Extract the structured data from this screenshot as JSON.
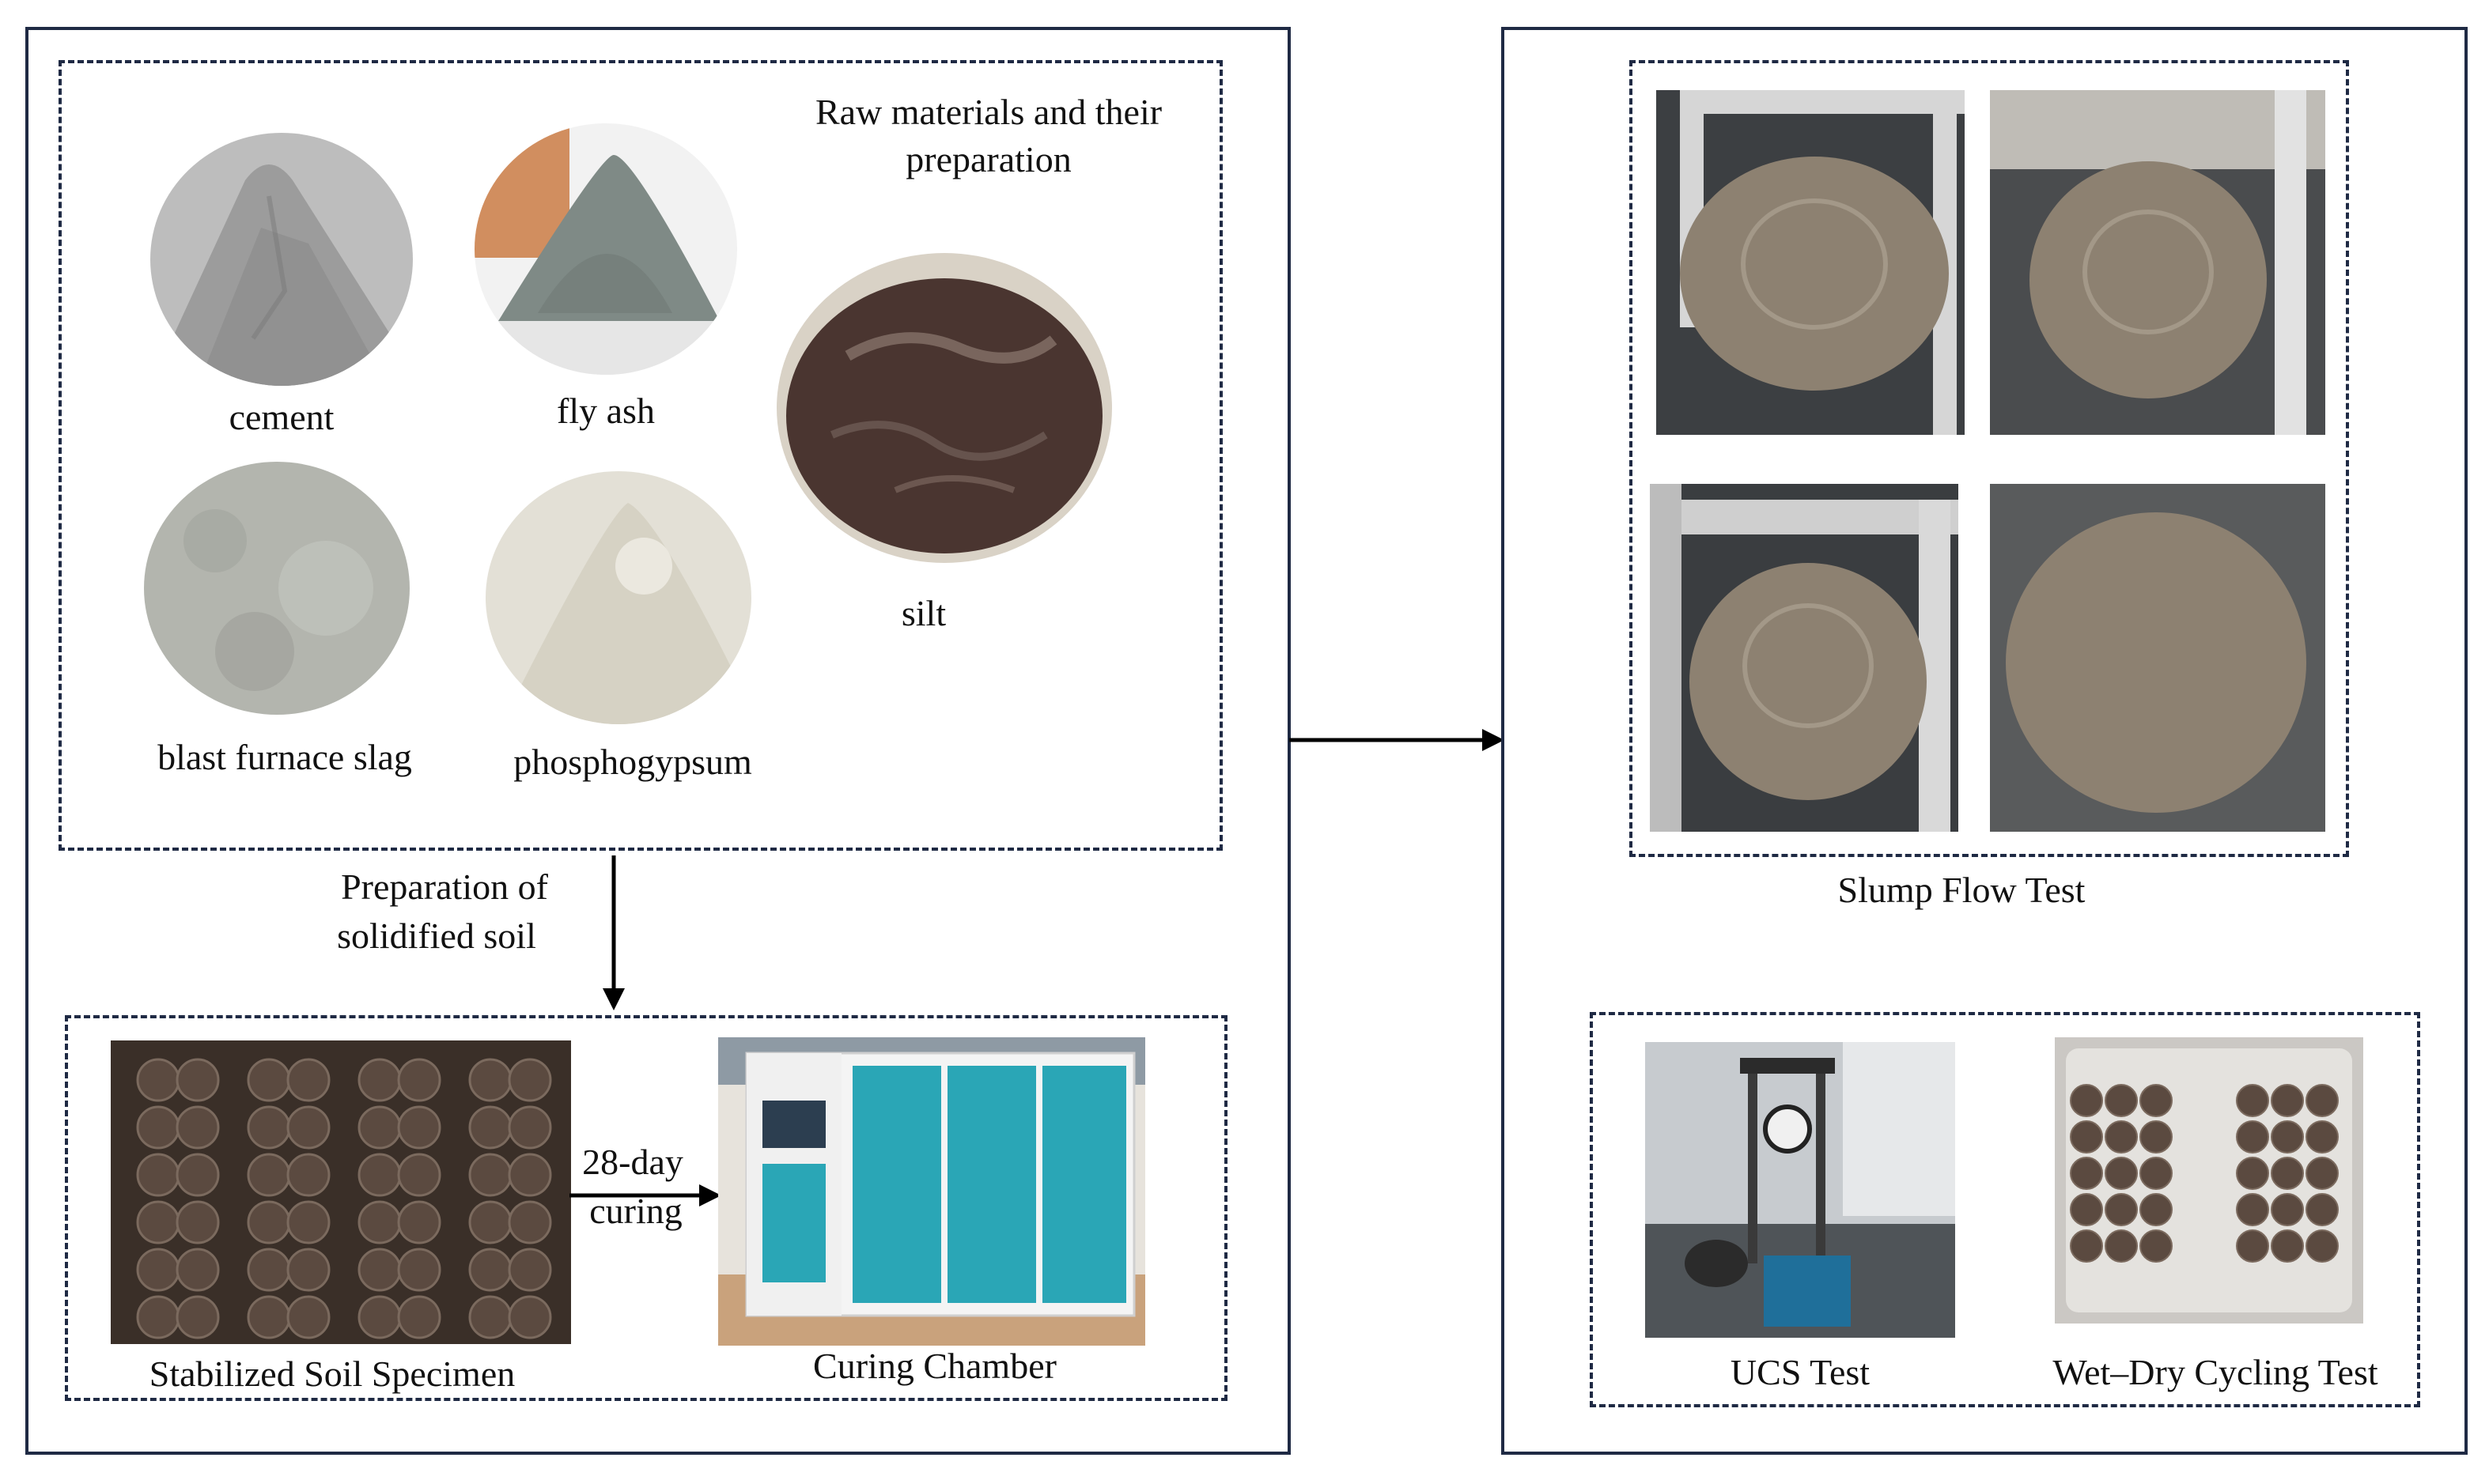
{
  "raw_materials": {
    "title_line1": "Raw materials and their",
    "title_line2": "preparation",
    "cement": "cement",
    "fly_ash": "fly ash",
    "silt": "silt",
    "slag": "blast furnace slag",
    "phosphogypsum": "phosphogypsum"
  },
  "process": {
    "prep_line1": "Preparation of",
    "prep_line2": "solidified soil",
    "curing_line1": "28-day",
    "curing_line2": "curing",
    "specimen_label": "Stabilized Soil Specimen",
    "chamber_label": "Curing Chamber"
  },
  "tests": {
    "slump_label": "Slump Flow Test",
    "ucs_label": "UCS Test",
    "wetdry_label": "Wet–Dry Cycling Test"
  },
  "colors": {
    "frame": "#1f2a44",
    "cement": "#9c9c9c",
    "fly_ash": "#7f8a86",
    "silt": "#4a3530",
    "slag": "#b3b5ae",
    "phosphogypsum": "#e3e0d6",
    "slurry": "#8d8171",
    "specimen": "#5b4a40",
    "chamber": "#2aa6b6"
  }
}
